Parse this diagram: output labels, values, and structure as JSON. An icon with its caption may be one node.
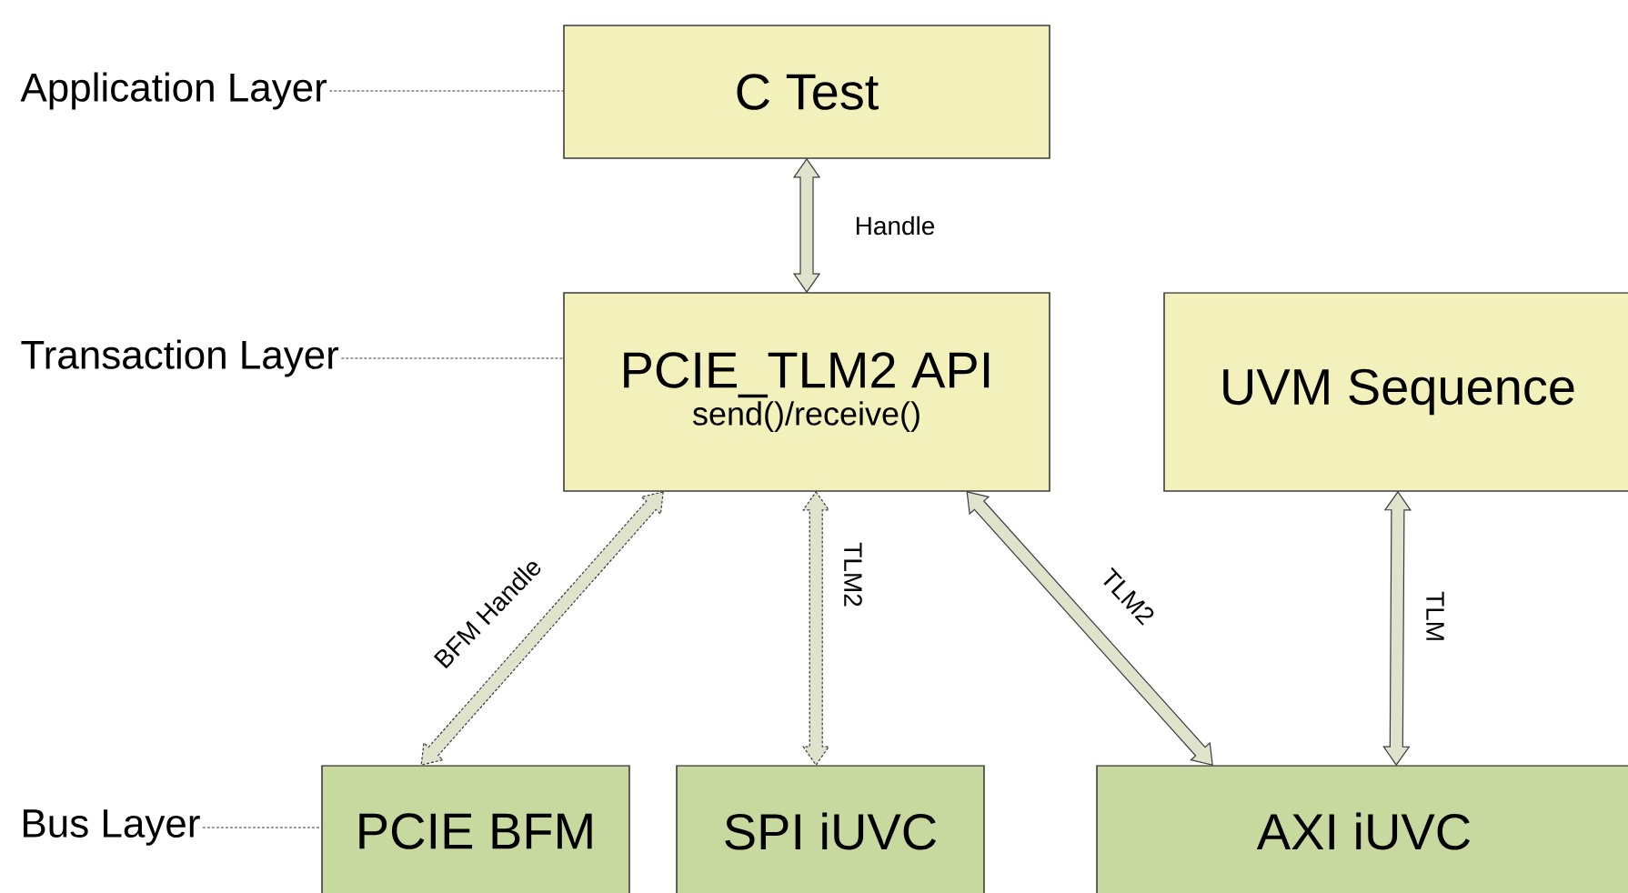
{
  "diagram": {
    "nodes": [
      {
        "text": [
          "Application Layer"
        ]
      },
      {
        "text": [
          "C Test"
        ]
      },
      {
        "text": [
          "Transaction Layer"
        ]
      },
      {
        "text": [
          "PCIE_TLM2 API",
          "send()/receive()"
        ]
      },
      {
        "text": [
          "UVM Sequence"
        ]
      },
      {
        "text": [
          "Bus Layer"
        ]
      },
      {
        "text": [
          "PCIE BFM"
        ]
      },
      {
        "text": [
          "SPI  iUVC"
        ]
      },
      {
        "text": [
          "AXI  iUVC"
        ]
      }
    ],
    "edges": [
      {
        "from": 0,
        "to": 1,
        "arrow": "none",
        "style": "dashed"
      },
      {
        "from": 2,
        "to": 3,
        "arrow": "none",
        "style": "dashed"
      },
      {
        "from": 5,
        "to": 6,
        "arrow": "none",
        "style": "dashed"
      },
      {
        "from": 1,
        "to": 3,
        "arrow": "both",
        "label": "Handle"
      },
      {
        "from": 3,
        "to": 6,
        "arrow": "both",
        "label": "BFM Handle",
        "style": "dashed"
      },
      {
        "from": 3,
        "to": 7,
        "arrow": "both",
        "label": "TLM2",
        "style": "dashed"
      },
      {
        "from": 3,
        "to": 8,
        "arrow": "both",
        "label": "TLM2"
      },
      {
        "from": 4,
        "to": 8,
        "arrow": "both",
        "label": "TLM"
      }
    ]
  }
}
